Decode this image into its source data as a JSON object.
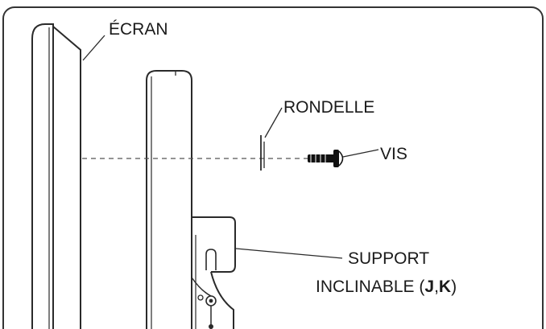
{
  "diagram": {
    "labels": {
      "screen": "ÉCRAN",
      "washer": "RONDELLE",
      "screw": "VIS",
      "bracket_line1": "SUPPORT",
      "bracket_line2_prefix": "INCLINABLE (",
      "bracket_part_j": "J",
      "bracket_separator": ",",
      "bracket_part_k": "K",
      "bracket_line2_suffix": ")"
    },
    "colors": {
      "frame_border": "#333333",
      "line_art": "#2a2a2a",
      "screw": "#111111",
      "dashed_axis": "#555555"
    }
  }
}
